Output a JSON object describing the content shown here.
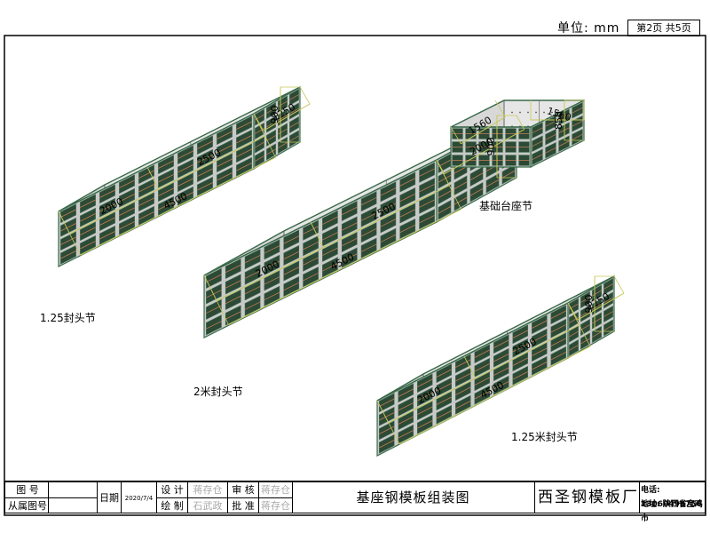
{
  "header": {
    "unit_label": "单位: mm",
    "page_info": "第2页  共5页"
  },
  "assemblies": [
    {
      "caption": "1.25封头节",
      "dims": {
        "total_length": "4500",
        "seg_a": "2000",
        "seg_b": "2500",
        "width": "1250",
        "height": "900"
      }
    },
    {
      "caption": "2米封头节",
      "dims": {
        "total_length": "4500",
        "seg_a": "2000",
        "seg_b": "2500",
        "width": "2000",
        "height": "900"
      }
    },
    {
      "caption": "1.25米封头节",
      "dims": {
        "total_length": "4500",
        "seg_a": "2000",
        "seg_b": "2500",
        "width": "1250",
        "height": "900"
      }
    },
    {
      "caption": "基础台座节",
      "dims": {
        "length": "1560",
        "width": "1560",
        "height": "850"
      }
    }
  ],
  "title_block": {
    "drawing_no_label": "图    号",
    "belongs_label": "从属图号",
    "date_label": "日期",
    "date_value": "2020/7/4",
    "design_label": "设 计",
    "designer": "蒋存仓",
    "draw_label": "绘 制",
    "drafter": "石武政",
    "review_label": "审 核",
    "reviewer": "蒋存仓",
    "approve_label": "批 准",
    "approver": "蒋存仓",
    "drawing_title": "基座钢模板组装图",
    "company": "西圣钢模板厂",
    "phone": "电话: 13060498756",
    "address": "地址: 陕西省宝鸡市"
  },
  "colors": {
    "dimension": "#c8c85a",
    "frame_rib": "#3a6a4a",
    "panel": "#e6e6e6",
    "panel_dark": "#c9c9c9",
    "rib_fill": "#2c4a36",
    "accent": "#c07c52"
  }
}
